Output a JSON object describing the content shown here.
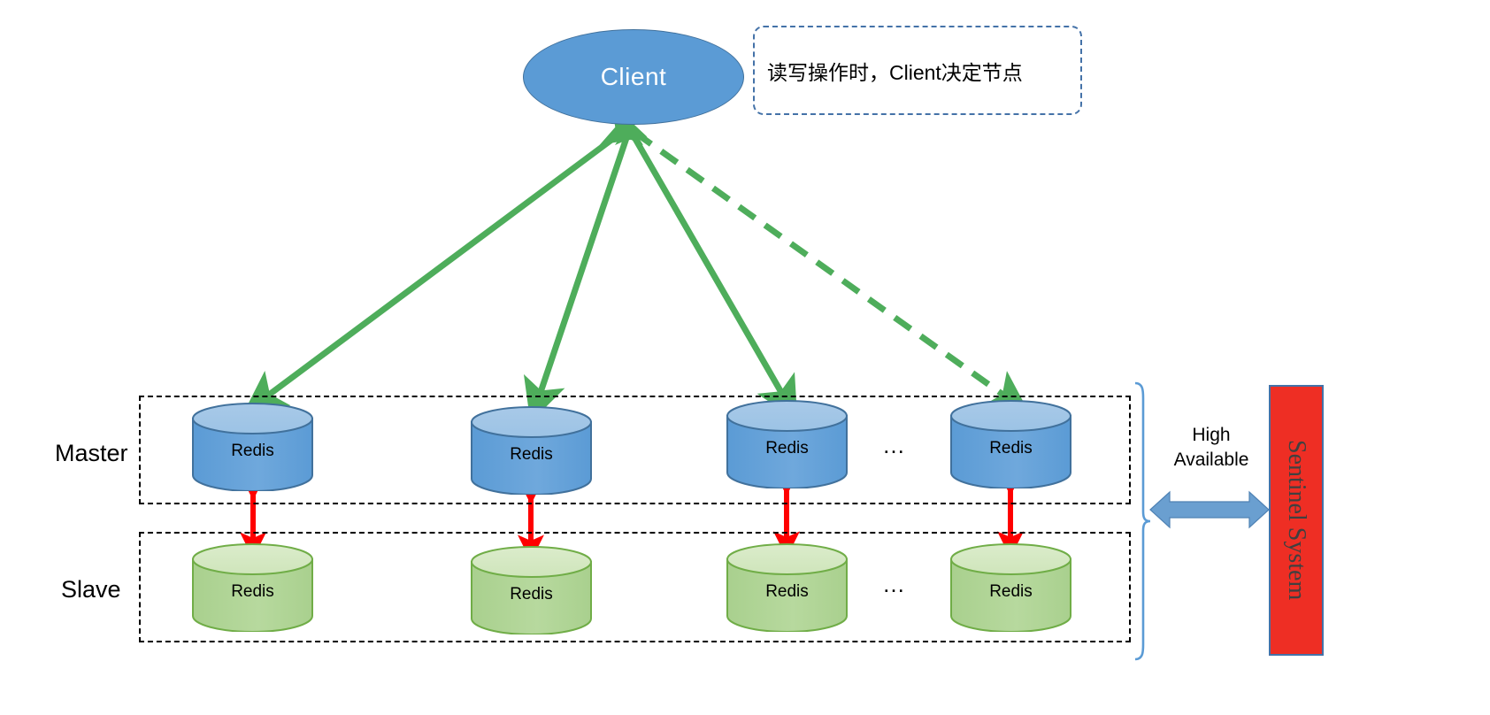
{
  "diagram": {
    "title_node": {
      "label": "Client"
    },
    "note": {
      "text": "读写操作时，Client决定节点"
    },
    "rows": [
      {
        "name": "master",
        "label": "Master",
        "ellipsis": "…",
        "nodes": [
          {
            "label": "Redis"
          },
          {
            "label": "Redis"
          },
          {
            "label": "Redis"
          },
          {
            "label": "Redis"
          }
        ]
      },
      {
        "name": "slave",
        "label": "Slave",
        "ellipsis": "…",
        "nodes": [
          {
            "label": "Redis"
          },
          {
            "label": "Redis"
          },
          {
            "label": "Redis"
          },
          {
            "label": "Redis"
          }
        ]
      }
    ],
    "high_available": {
      "line1": "High",
      "line2": "Available"
    },
    "sentinel": {
      "label": "Sentinel System"
    },
    "colors": {
      "client_fill": "#5b9bd5",
      "client_stroke": "#41719c",
      "note_stroke": "#4472a8",
      "master_fill": "#5b9bd5",
      "master_top": "#9cc3e5",
      "master_stroke": "#41719c",
      "slave_fill": "#a9d08e",
      "slave_top": "#d6e9c6",
      "slave_stroke": "#70ad47",
      "client_edge": "#4ead5b",
      "replication_edge": "#ff0000",
      "ha_arrow": "#6a9fd0",
      "sentinel_fill": "#ee2e24",
      "sentinel_stroke": "#4472a8",
      "sentinel_text": "#404040",
      "group_stroke": "#000000"
    }
  }
}
